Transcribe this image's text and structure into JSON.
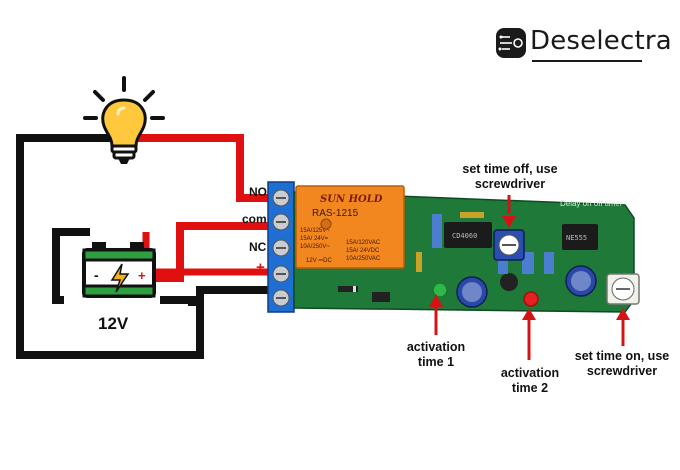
{
  "brand": {
    "name": "Deselectra"
  },
  "battery": {
    "voltage": "12V"
  },
  "terminals": {
    "no": "NO",
    "com": "com",
    "nc": "NC",
    "plus": "+",
    "minus": "-"
  },
  "relay": {
    "brand": "SUN HOLD",
    "model": "RAS-1215",
    "ratings_left": [
      "15A/125V~",
      "15A/ 24V=",
      "10A/250V~"
    ],
    "ratings_right": [
      "15A/120VAC",
      "15A/ 24VDC",
      "10A/250VAC"
    ],
    "coil": "12V ⎓DC"
  },
  "board": {
    "title": "Delay on off timer",
    "chip_left": "CD4060",
    "chip_right": "NE555"
  },
  "annotations": {
    "set_time_off": [
      "set time off, use",
      "screwdriver"
    ],
    "activation_1": [
      "activation",
      "time 1"
    ],
    "activation_2": [
      "activation",
      "time 2"
    ],
    "set_time_on": [
      "set time on, use",
      "screwdriver"
    ]
  },
  "colors": {
    "wire_red": "#e01010",
    "wire_black": "#111111",
    "relay_orange": "#f2871f",
    "terminal_blue": "#1f6ed4",
    "pcb_green": "#1f7a3a",
    "battery_green": "#2e9e3e",
    "bulb_yellow": "#ffc83d",
    "arrow_red": "#d41414"
  }
}
